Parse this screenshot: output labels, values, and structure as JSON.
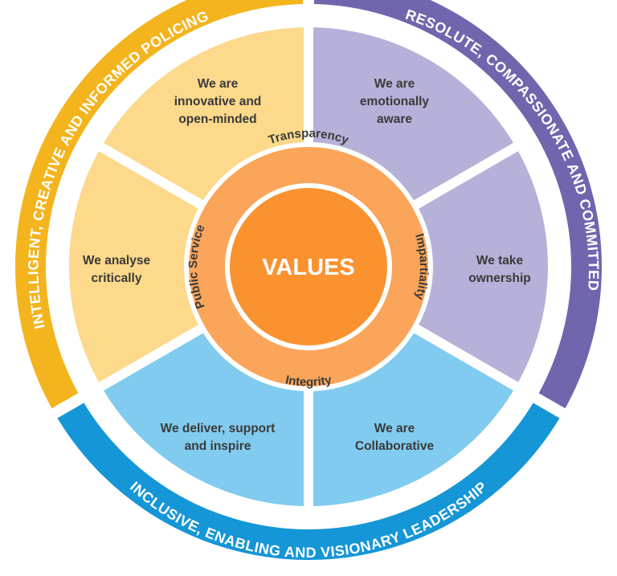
{
  "outer_ring": [
    {
      "label": "INTELLIGENT, CREATIVE AND INFORMED POLICING",
      "color": "#f4b41e"
    },
    {
      "label": "RESOLUTE, COMPASSIONATE AND COMMITTED",
      "color": "#7066ad"
    },
    {
      "label": "INCLUSIVE, ENABLING AND VISIONARY LEADERSHIP",
      "color": "#1596d6"
    }
  ],
  "segments": [
    {
      "lines": [
        "We are",
        "innovative and",
        "open-minded"
      ],
      "color": "#fcd98b"
    },
    {
      "lines": [
        "We are",
        "emotionally",
        "aware"
      ],
      "color": "#b6b1d8"
    },
    {
      "lines": [
        "We take",
        "ownership"
      ],
      "color": "#b6b1d8"
    },
    {
      "lines": [
        "We are",
        "Collaborative"
      ],
      "color": "#80cbef"
    },
    {
      "lines": [
        "We deliver, support",
        "and inspire"
      ],
      "color": "#80cbef"
    },
    {
      "lines": [
        "We analyse",
        "critically"
      ],
      "color": "#fcd98b"
    }
  ],
  "values_ring": {
    "color": "#fba55a",
    "items": [
      "Transparency",
      "Impartiality",
      "Integrity",
      "Public Service"
    ]
  },
  "center": {
    "label": "VALUES",
    "color": "#fa9230"
  }
}
